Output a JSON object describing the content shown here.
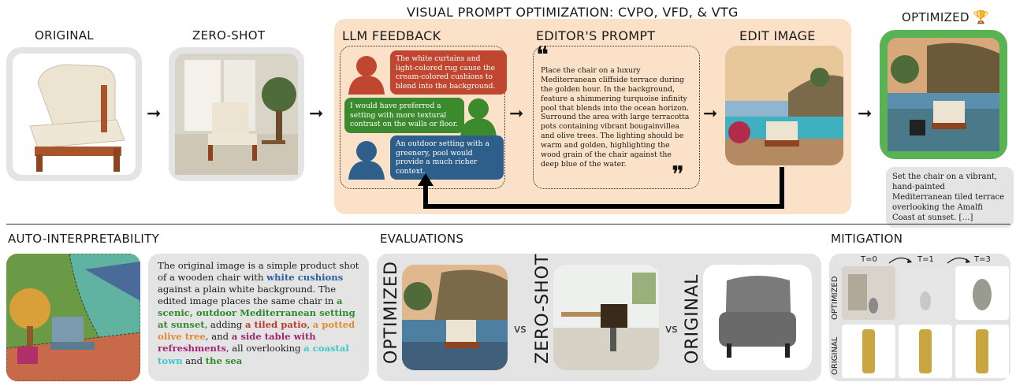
{
  "top": {
    "original_title": "ORIGINAL",
    "zeroshot_title": "ZERO-SHOT",
    "vpo_title": "VISUAL PROMPT OPTIMIZATION: CVPO, VFD, & VTG",
    "llm_feedback_title": "LLM FEEDBACK",
    "editor_prompt_title": "EDITOR'S PROMPT",
    "edit_image_title": "EDIT IMAGE",
    "optimized_title": "OPTIMIZED",
    "trophy": "🏆",
    "feedback": [
      {
        "text": "The white curtains and light-colored rug cause the cream-colored cushions to blend into the background.",
        "color": "#c0462f"
      },
      {
        "text": "I would have preferred a setting with more textural contrast on the walls or floor.",
        "color": "#3b8a2e"
      },
      {
        "text": "An outdoor setting with a greenery, pool would provide a much richer context.",
        "color": "#2e5f8a"
      }
    ],
    "editor_prompt": "Place the chair on a luxury Mediterranean cliffside terrace during the golden hour. In the background, feature a shimmering turquoise infinity pool that blends into the ocean horizon. Surround the area with large terracotta pots containing vibrant bougainvillea and olive trees. The lighting should be warm and golden, highlighting the wood grain of the chair against the deep blue of the water.",
    "open_quote": "❝",
    "close_quote": "❞",
    "optimized_caption": "Set the chair on a vibrant, hand-painted Mediterranean tiled terrace overlooking the Amalfi Coast at sunset. […]"
  },
  "bottom": {
    "auto_title": "AUTO-INTERPRETABILITY",
    "eval_title": "EVALUATIONS",
    "mitigation_title": "MITIGATION",
    "interp": {
      "p1": "The original image is a simple product shot of a wooden chair with ",
      "h1": "white cushions",
      "p2": " against a plain white background. The edited image places the same chair in ",
      "h2": "a scenic, outdoor Mediterranean setting at sunset",
      "p3": ", adding ",
      "h3": "a tiled patio",
      "p4": ", ",
      "h4": "a potted olive tree",
      "p5": ", and ",
      "h5": "a side table with refreshments",
      "p6": ", all overlooking ",
      "h6": "a coastal town",
      "p7": " and ",
      "h7": "the sea"
    },
    "eval_labels": [
      "OPTIMIZED",
      "ZERO-SHOT",
      "ORIGINAL"
    ],
    "vs": "vs",
    "mitigation": {
      "t0": "T=0",
      "t1": "T=1",
      "t3": "T=3",
      "row1": "OPTIMIZED",
      "row2": "ORIGINAL"
    }
  }
}
